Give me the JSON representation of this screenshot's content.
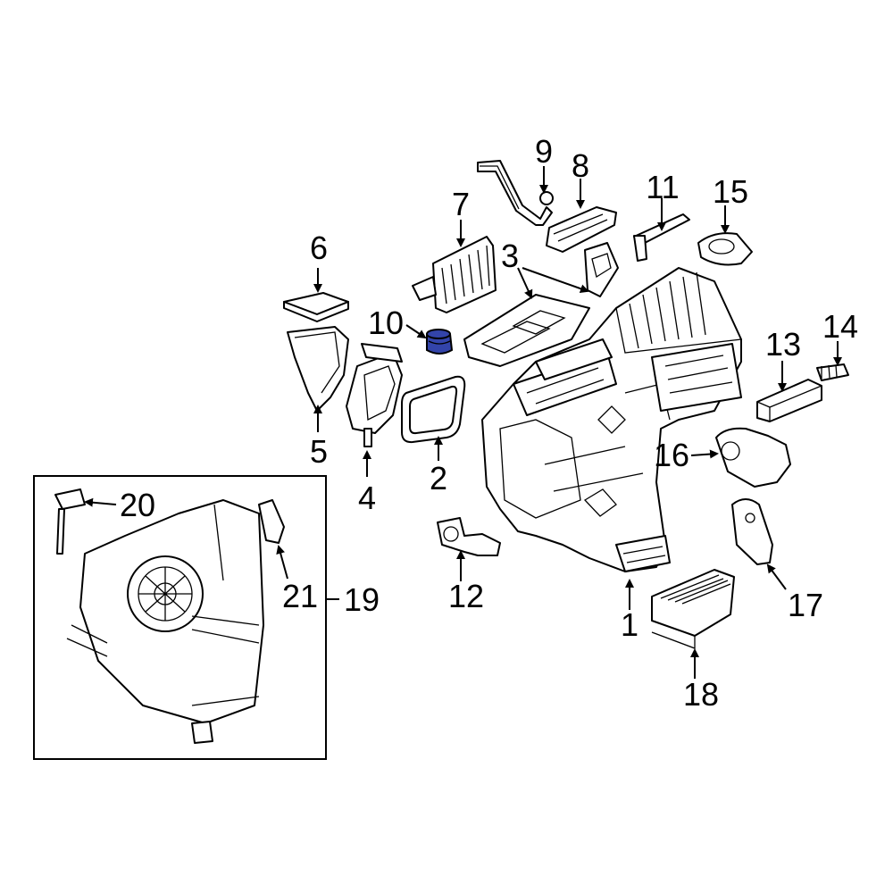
{
  "callouts": {
    "c1": "1",
    "c2": "2",
    "c3": "3",
    "c4": "4",
    "c5": "5",
    "c6": "6",
    "c7": "7",
    "c8": "8",
    "c9": "9",
    "c10": "10",
    "c11": "11",
    "c12": "12",
    "c13": "13",
    "c14": "14",
    "c15": "15",
    "c16": "16",
    "c17": "17",
    "c18": "18",
    "c19": "19",
    "c20": "20",
    "c21": "21"
  },
  "colors": {
    "highlight_part": "#3344aa",
    "line": "#000000"
  },
  "highlighted_part": "10"
}
